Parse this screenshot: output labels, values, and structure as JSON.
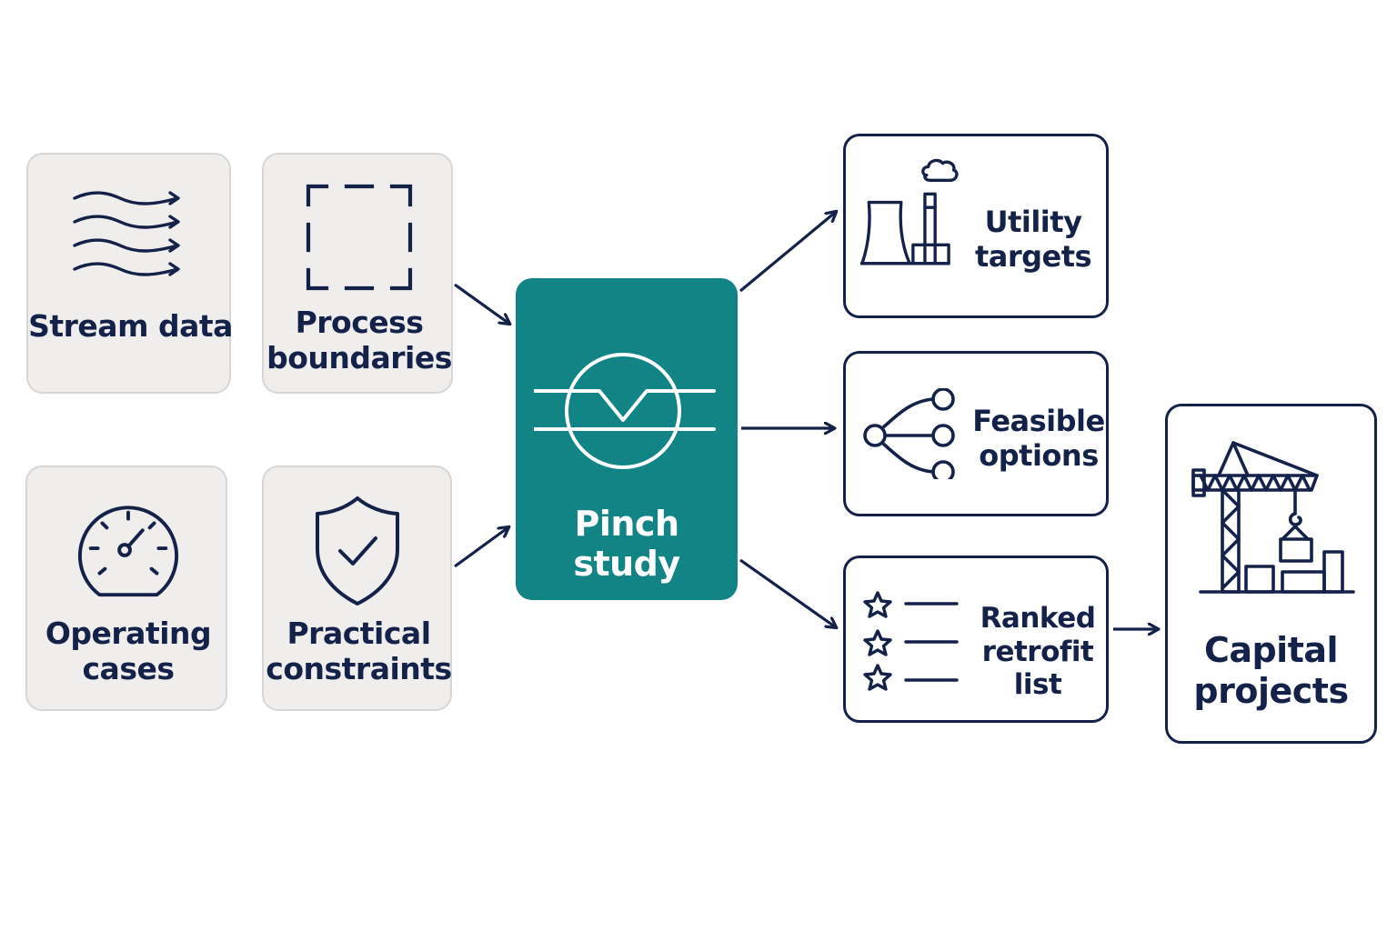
{
  "inputs": {
    "stream_data": {
      "label": "Stream data",
      "icon": "flow-lines-icon"
    },
    "process_boundaries": {
      "label_lines": [
        "Process",
        "boundaries"
      ],
      "icon": "dashed-boundary-icon"
    },
    "operating_cases": {
      "label_lines": [
        "Operating",
        "cases"
      ],
      "icon": "gauge-icon"
    },
    "practical_constraints": {
      "label_lines": [
        "Practical",
        "constraints"
      ],
      "icon": "shield-check-icon"
    }
  },
  "center": {
    "label": "Pinch study",
    "icon": "heat-exchanger-icon"
  },
  "outputs": {
    "utility_targets": {
      "label_lines": [
        "Utility",
        "targets"
      ],
      "icon": "power-plant-icon"
    },
    "feasible_options": {
      "label_lines": [
        "Feasible",
        "options"
      ],
      "icon": "branching-nodes-icon"
    },
    "ranked_retrofit_list": {
      "label_lines": [
        "Ranked",
        "retrofit list"
      ],
      "icon": "star-list-icon"
    },
    "capital_projects": {
      "label_lines": [
        "Capital",
        "projects"
      ],
      "icon": "construction-crane-icon"
    }
  },
  "colors": {
    "navy": "#14224a",
    "teal": "#138486",
    "input_bg": "#efeeed",
    "input_border": "#d8d6d4"
  }
}
